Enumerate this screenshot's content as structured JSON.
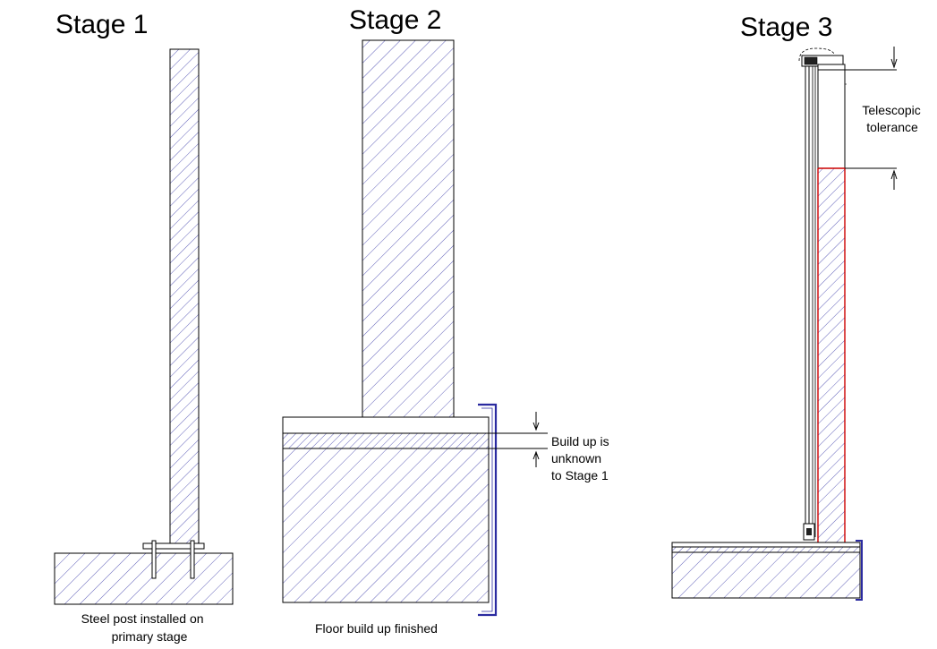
{
  "stages": [
    {
      "title": "Stage 1",
      "caption_lines": [
        "Steel post installed on",
        "primary stage"
      ]
    },
    {
      "title": "Stage 2",
      "caption_lines": [
        "Floor build up finished"
      ],
      "annotation_lines": [
        "Build up is",
        "unknown",
        "to Stage 1"
      ]
    },
    {
      "title": "Stage 3",
      "annotation_lines": [
        "Telescopic",
        "tolerance"
      ]
    }
  ],
  "colors": {
    "outline": "#000000",
    "hatch": "#3a3aa8",
    "bracket": "#2a2aa0",
    "highlight": "#cc0000"
  }
}
